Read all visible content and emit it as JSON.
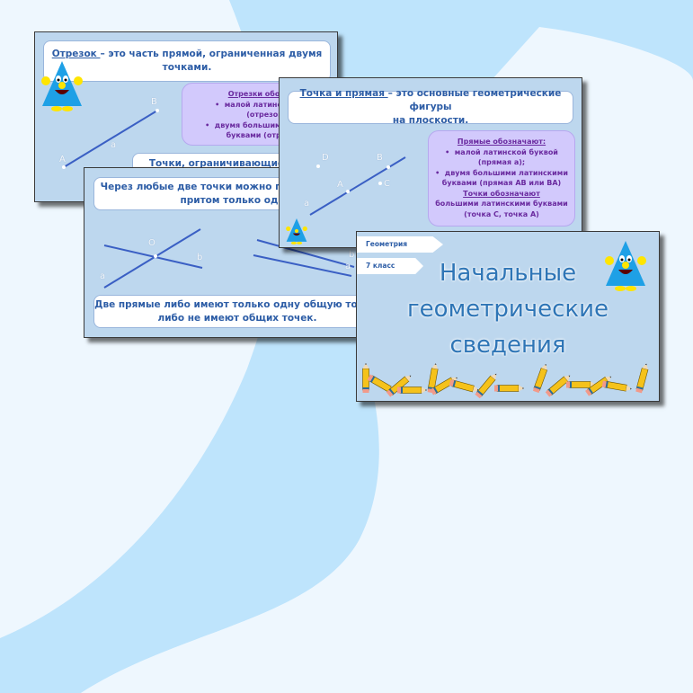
{
  "colors": {
    "page_bg": "#eef7fe",
    "swoosh": "#bee4fc",
    "slide_bg": "#bdd7ee",
    "text_blue": "#2d5da6",
    "purple_box": "#d2c9fc",
    "purple_text": "#6a2a9f",
    "title_blue": "#2e75b6",
    "line_blue": "#3a5fc4",
    "mascot_blue": "#1ea0e6",
    "mascot_yellow": "#ffe500"
  },
  "slides": [
    {
      "id": "segment",
      "heading_term": "Отрезок ",
      "heading_rest": "– это часть прямой, ограниченная двумя",
      "heading_line2": "точками.",
      "note_title": "Отрезки обозначают",
      "note_items": [
        "малой латинской буквой",
        "(отрезок а);",
        "двумя большими латинскими",
        "буквами (отрезок АВ)"
      ],
      "footer": "Точки, ограничивающие отрезок",
      "labels": {
        "a": "a",
        "A": "A",
        "B": "B"
      },
      "mascot": "triangle-mascot-icon"
    },
    {
      "id": "lines",
      "heading_line1": "Через любые две точки можно провести прямую,",
      "heading_line2": "притом только одну.",
      "footer_line1": "Две прямые либо имеют только одну общую точку,",
      "footer_line2": "либо не имеют общих точек.",
      "labels": {
        "O": "O",
        "a": "a",
        "b": "b",
        "b2": "b",
        "a2": "a"
      }
    },
    {
      "id": "point-line",
      "heading_term": "Точка и прямая ",
      "heading_rest": "– это основные геометрические фигуры",
      "heading_line2": "на плоскости.",
      "note_title": "Прямые обозначают:",
      "note_items": [
        "малой латинской буквой",
        "(прямая а);",
        "двумя большими латинскими",
        "буквами (прямая АВ или ВА)"
      ],
      "note_title2": "Точки обозначают",
      "note_tail": [
        "большими латинскими буквами",
        "(точка С, точка А)"
      ],
      "labels": {
        "D": "D",
        "B": "B",
        "A": "A",
        "C": "C",
        "a": "a"
      },
      "mascot": "triangle-mascot-icon"
    },
    {
      "id": "title",
      "tag_subject": "Геометрия",
      "tag_grade": "7 класс",
      "title_lines": [
        "Начальные",
        "геометрические",
        "сведения"
      ],
      "mascot": "triangle-mascot-icon",
      "border": "pencils-border-icon"
    }
  ]
}
